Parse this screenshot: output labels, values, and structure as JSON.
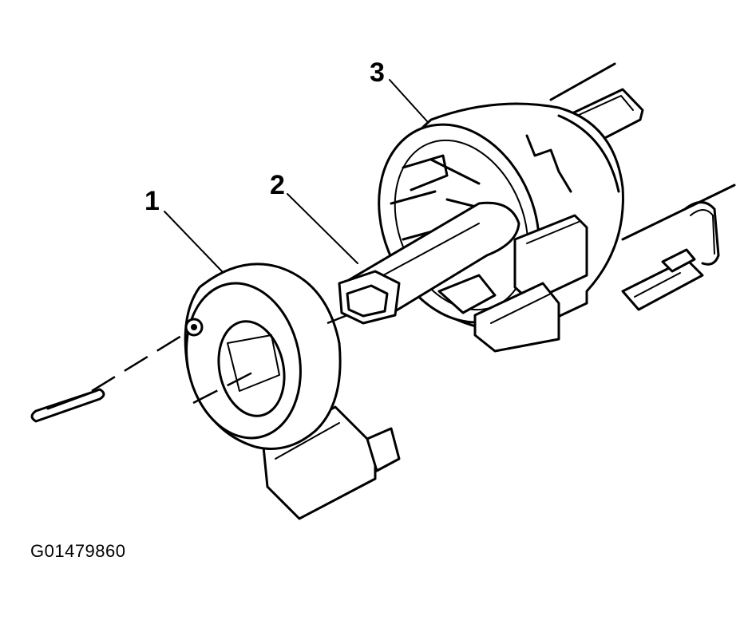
{
  "diagram": {
    "callouts": [
      {
        "id": "1",
        "label": "1"
      },
      {
        "id": "2",
        "label": "2"
      },
      {
        "id": "3",
        "label": "3"
      }
    ],
    "figure_id": "G01479860"
  },
  "colors": {
    "ink": "#000000",
    "paper": "#ffffff"
  }
}
